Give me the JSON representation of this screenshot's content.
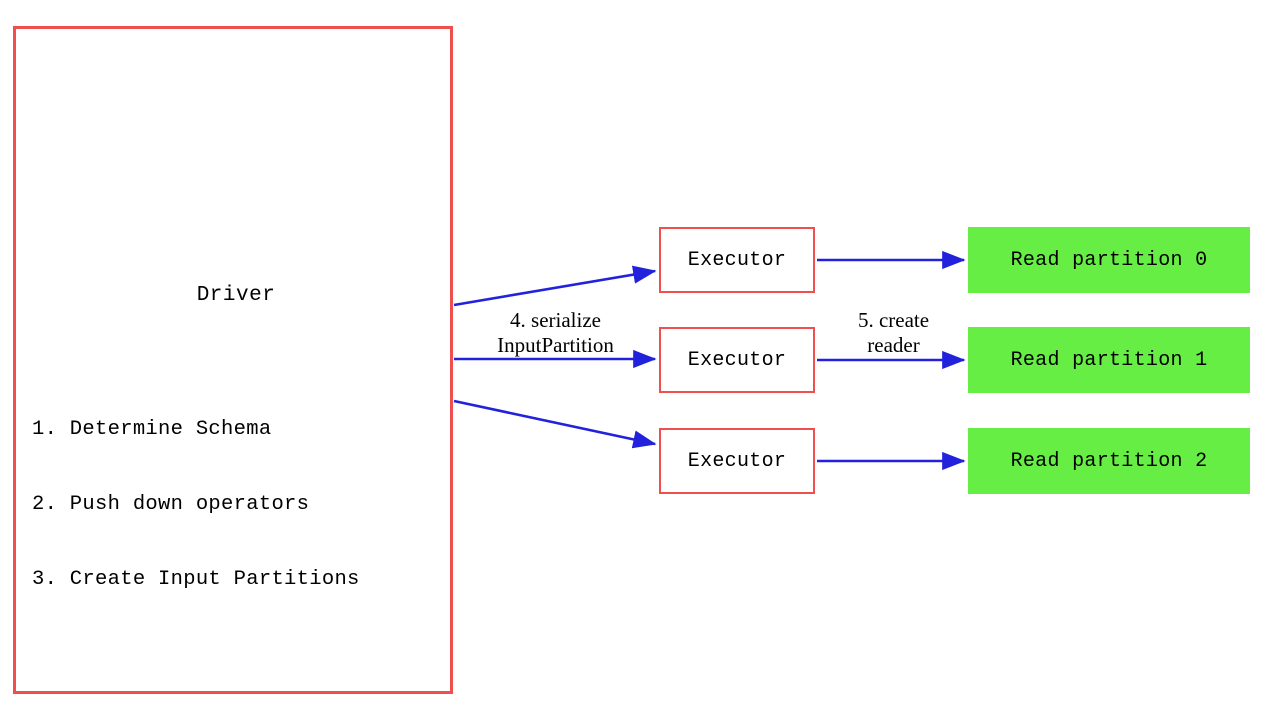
{
  "diagram": {
    "type": "flow-diagram",
    "colors": {
      "box_border_red": "#f04f4f",
      "arrow_blue": "#2222dd",
      "partition_green": "#66ee44",
      "background": "#ffffff",
      "text": "#000000"
    },
    "driver": {
      "title": "Driver",
      "steps": [
        "1. Determine Schema",
        "2. Push down operators",
        "3. Create Input Partitions"
      ]
    },
    "executors": [
      {
        "label": "Executor"
      },
      {
        "label": "Executor"
      },
      {
        "label": "Executor"
      }
    ],
    "partitions": [
      {
        "label": "Read partition 0"
      },
      {
        "label": "Read partition 1"
      },
      {
        "label": "Read partition 2"
      }
    ],
    "edge_labels": {
      "serialize": {
        "line1": "4. serialize",
        "line2": "InputPartition"
      },
      "create_reader": {
        "line1": "5. create",
        "line2": "reader"
      }
    }
  }
}
